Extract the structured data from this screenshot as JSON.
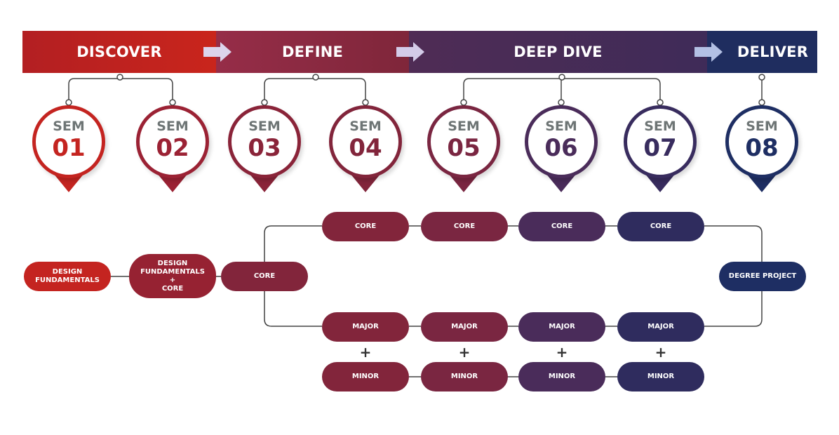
{
  "phases": [
    {
      "label": "DISCOVER",
      "color": "#c0221f"
    },
    {
      "label": "DEFINE",
      "color": "#8f2a42"
    },
    {
      "label": "DEEP DIVE",
      "color": "#4a2d58"
    },
    {
      "label": "DELIVER",
      "color": "#1f2d5f"
    }
  ],
  "arrow_color": "#d9d3ec",
  "semesters": [
    {
      "sem": "SEM",
      "num": "01",
      "color": "#c42420"
    },
    {
      "sem": "SEM",
      "num": "02",
      "color": "#9b2234"
    },
    {
      "sem": "SEM",
      "num": "03",
      "color": "#8a2439"
    },
    {
      "sem": "SEM",
      "num": "04",
      "color": "#82253b"
    },
    {
      "sem": "SEM",
      "num": "05",
      "color": "#7a2641"
    },
    {
      "sem": "SEM",
      "num": "06",
      "color": "#4a2c5a"
    },
    {
      "sem": "SEM",
      "num": "07",
      "color": "#382c5e"
    },
    {
      "sem": "SEM",
      "num": "08",
      "color": "#1e2e63"
    }
  ],
  "pathway": {
    "design_fundamentals": "DESIGN FUNDAMENTALS",
    "df_plus_core": {
      "line1": "DESIGN",
      "line2": "FUNDAMENTALS",
      "line3": "+",
      "line4": "CORE"
    },
    "core": "CORE",
    "core_row": [
      "CORE",
      "CORE",
      "CORE",
      "CORE"
    ],
    "major_row": [
      "MAJOR",
      "MAJOR",
      "MAJOR",
      "MAJOR"
    ],
    "plus": "+",
    "minor_row": [
      "MINOR",
      "MINOR",
      "MINOR",
      "MINOR"
    ],
    "degree_project": "DEGREE PROJECT"
  }
}
